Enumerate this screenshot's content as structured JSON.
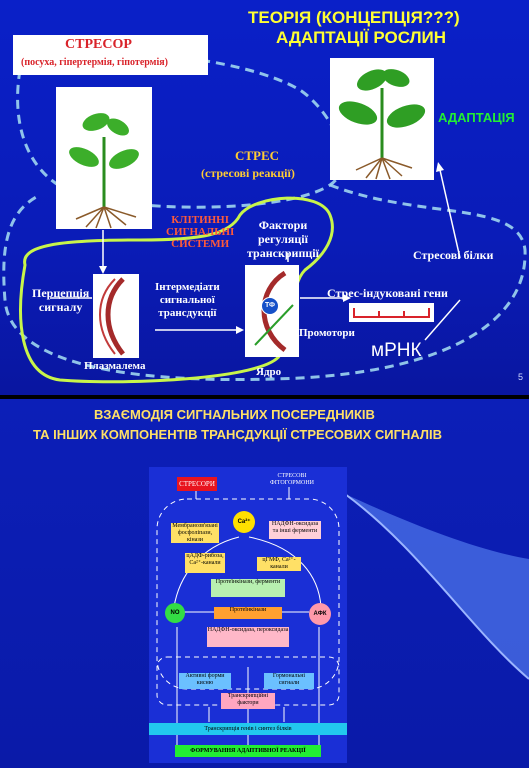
{
  "slide1": {
    "title_line1": "ТЕОРІЯ (КОНЦЕПЦІЯ???)",
    "title_line2": "АДАПТАЦІЇ РОСЛИН",
    "stressor_title": "СТРЕСОР",
    "stressor_sub": "(посуха, гіпертермія, гіпотермія)",
    "adaptation": "АДАПТАЦІЯ",
    "stress_title": "СТРЕС",
    "stress_sub": "(стресові реакції)",
    "cell_systems": [
      "КЛІТИННІ",
      "СИГНАЛЬНІ",
      "СИСТЕМИ"
    ],
    "tf_label": [
      "Фактори",
      "регуляції",
      "транскрипції"
    ],
    "stress_proteins": "Стресові білки",
    "perception": [
      "Перцепція",
      "сигналу"
    ],
    "intermediates": [
      "Інтермедіати",
      "сигнальної",
      "трансдукції"
    ],
    "induced_genes": "Стрес-індуковані гени",
    "promoters": "Промотори",
    "mrna": "мРНК",
    "plasmalemma": "Плазмалема",
    "nucleus": "Ядро",
    "tf_circle": "ТФ",
    "page_number": "5"
  },
  "slide2": {
    "title_line1": "ВЗАЄМОДІЯ СИГНАЛЬНИХ ПОСЕРЕДНИКІВ",
    "title_line2": "ТА ІНШИХ КОМПОНЕНТІВ ТРАНСДУКЦІЇ СТРЕСОВИХ СИГНАЛІВ",
    "stressor_box": "СТРЕСОРИ",
    "phyto_box": [
      "СТРЕСОВІ",
      "ФІТОГОРМОНИ"
    ],
    "ca": "Ca²⁺",
    "no": "NO",
    "afk": "АФК",
    "cells": [
      "Мембранозв'язані фосфоліпази, кінази",
      "НАДФН-оксидаза та інші ферменти",
      "цАДФ-рибоза, Ca²⁺-канали",
      "цГМФ, Ca²⁺-канали",
      "Протеїнкінази, ферменти",
      "Протеїнкінази",
      "НАДФН-оксидаза, пероксидаза",
      "Активні форми кисню",
      "Гормональні сигнали",
      "Транскрипційні фактори",
      "Транскрипція генів і синтез білків",
      "ФОРМУВАННЯ АДАПТИВНОЇ РЕАКЦІЇ"
    ]
  }
}
